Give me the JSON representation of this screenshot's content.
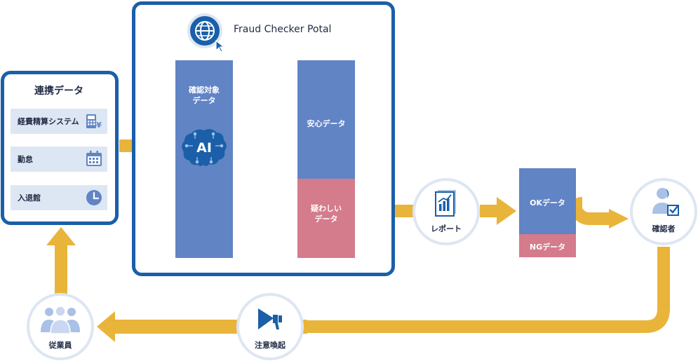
{
  "renkei": {
    "title": "連携データ",
    "sources": [
      {
        "label": "経費精算システム",
        "icon": "calculator-yen-icon"
      },
      {
        "label": "勤怠",
        "icon": "calendar-icon"
      },
      {
        "label": "入退館",
        "icon": "clock-icon"
      }
    ]
  },
  "portal": {
    "title": "Fraud Checker Potal",
    "logo_icon": "globe-cursor-icon",
    "target_label": "確認対象\nデータ",
    "ai_icon": "ai-brain-icon",
    "ai_text": "AI",
    "safe_label": "安心データ",
    "suspicious_label": "疑わしい\nデータ"
  },
  "report": {
    "label": "レポート",
    "icon": "report-chart-icon"
  },
  "judgement": {
    "ok_label": "OKデータ",
    "ng_label": "NGデータ"
  },
  "checker": {
    "label": "確認者",
    "icon": "checker-person-icon"
  },
  "alert": {
    "label": "注意喚起",
    "icon": "megaphone-icon"
  },
  "employees": {
    "label": "従業員",
    "icon": "group-people-icon"
  },
  "colors": {
    "border_blue": "#1a5fa8",
    "block_blue": "#6184c5",
    "block_pink": "#d47b8c",
    "arrow_gold": "#e9b43a",
    "row_bg": "#dde7f3",
    "circle_ring": "#dde6f2"
  }
}
